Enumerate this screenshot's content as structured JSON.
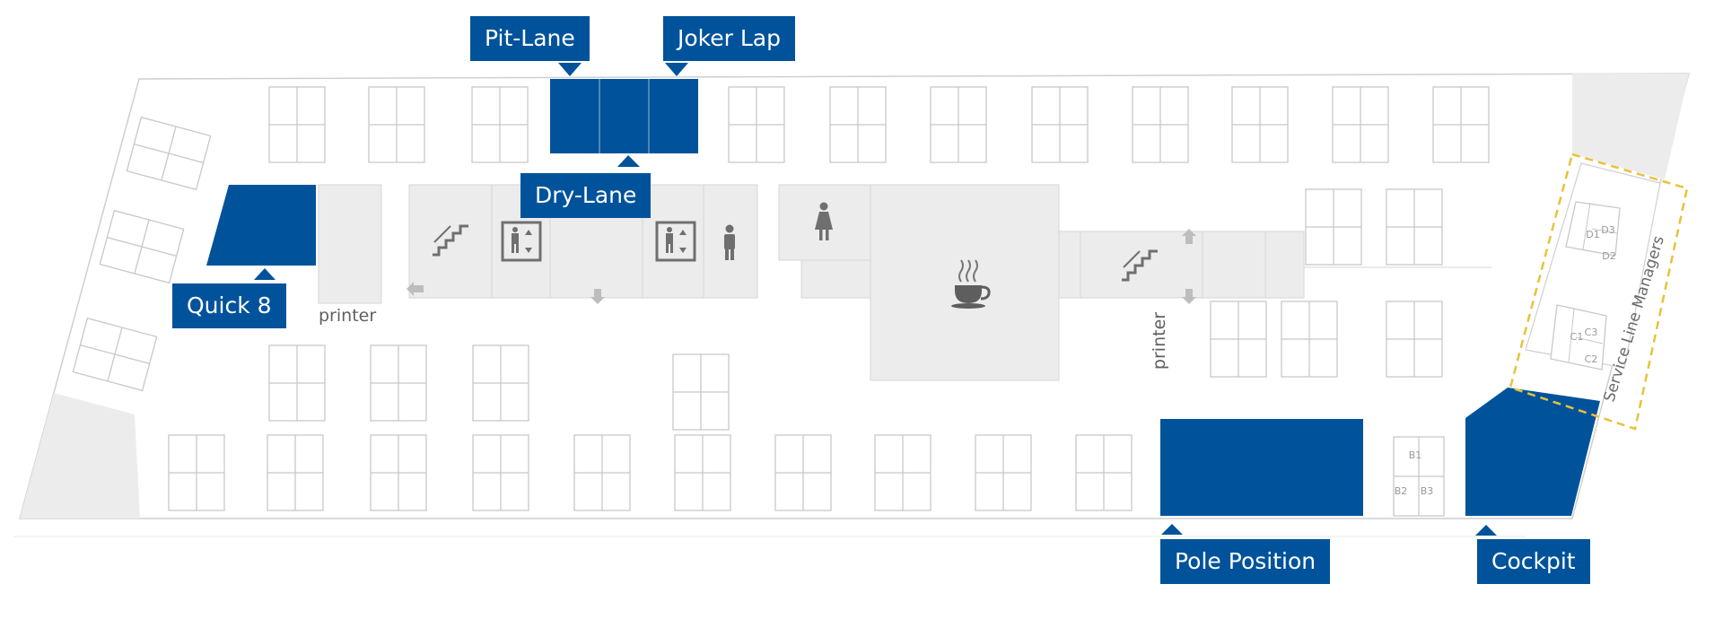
{
  "areas": {
    "pit_lane": "Pit-Lane",
    "joker_lap": "Joker Lap",
    "dry_lane": "Dry-Lane",
    "quick_8": "Quick 8",
    "pole_position": "Pole Position",
    "cockpit": "Cockpit"
  },
  "facilities": {
    "printer_left": "printer",
    "printer_right": "printer"
  },
  "service_line_managers": {
    "title": "Service Line Managers",
    "desks": [
      "D1",
      "D3",
      "D2",
      "C1",
      "C3",
      "C2"
    ]
  },
  "desks_b": [
    "B1",
    "B2",
    "B3"
  ],
  "icons": [
    "stairs-icon",
    "elevator-icon",
    "male-restroom-icon",
    "female-restroom-icon",
    "coffee-icon",
    "arrow-icon"
  ],
  "colors": {
    "meeting_room": "#00539b",
    "highlight_border": "#e8c23a",
    "shared_area": "#ececec"
  }
}
